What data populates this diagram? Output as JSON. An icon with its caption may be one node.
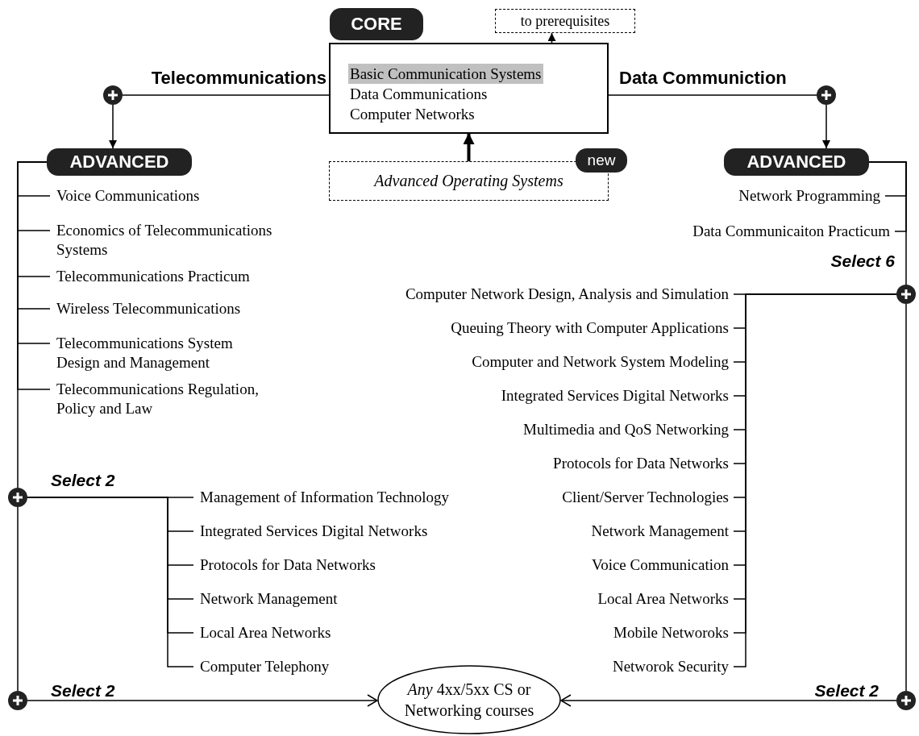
{
  "diagram": {
    "nodes": [
      {
        "text": [
          "CORE"
        ]
      },
      {
        "text": [
          "Basic Communication Systems",
          "Data Communications",
          "Computer Networks"
        ]
      },
      {
        "text": [
          "to prerequisites"
        ]
      },
      {
        "text": [
          "Advanced Operating Systems"
        ]
      },
      {
        "text": [
          "new"
        ]
      },
      {
        "text": [],
        "shape": "circle"
      },
      {
        "text": [],
        "shape": "circle"
      },
      {
        "text": [
          "ADVANCED"
        ]
      },
      {
        "text": [
          "ADVANCED"
        ]
      },
      {
        "text": [
          "Voice Communications"
        ]
      },
      {
        "text": [
          "Economics of Telecommunications Systems"
        ]
      },
      {
        "text": [
          "Telecommunications Practicum"
        ]
      },
      {
        "text": [
          "Wireless Telecommunications"
        ]
      },
      {
        "text": [
          "Telecommunications System Design and Management"
        ]
      },
      {
        "text": [
          "Telecommunications Regulation, Policy and Law"
        ]
      },
      {
        "text": [],
        "shape": "circle",
        "beside": [
          "Select 2"
        ]
      },
      {
        "text": [
          "Management of Information Technology"
        ]
      },
      {
        "text": [
          "Integrated Services Digital Networks"
        ]
      },
      {
        "text": [
          "Protocols for Data Networks"
        ]
      },
      {
        "text": [
          "Network Management"
        ]
      },
      {
        "text": [
          "Local Area Networks"
        ]
      },
      {
        "text": [
          "Computer Telephony"
        ]
      },
      {
        "text": [
          "Network Programming"
        ]
      },
      {
        "text": [
          "Data Communicaiton Practicum"
        ]
      },
      {
        "text": [],
        "shape": "circle",
        "beside": [
          "Select 6"
        ]
      },
      {
        "text": [
          "Computer Network Design, Analysis and Simulation"
        ]
      },
      {
        "text": [
          "Queuing Theory with Computer Applications"
        ]
      },
      {
        "text": [
          "Computer and Network System Modeling"
        ]
      },
      {
        "text": [
          "Integrated Services Digital Networks"
        ]
      },
      {
        "text": [
          "Multimedia and QoS Networking"
        ]
      },
      {
        "text": [
          "Protocols for Data Networks"
        ]
      },
      {
        "text": [
          "Client/Server Technologies"
        ]
      },
      {
        "text": [
          "Network Management"
        ]
      },
      {
        "text": [
          "Voice Communication"
        ]
      },
      {
        "text": [
          "Local Area Networks"
        ]
      },
      {
        "text": [
          "Mobile Networoks"
        ]
      },
      {
        "text": [
          "Networok Security"
        ]
      },
      {
        "text": [],
        "shape": "circle",
        "beside": [
          "Select 2"
        ]
      },
      {
        "text": [],
        "shape": "circle",
        "beside": [
          "Select 2"
        ]
      },
      {
        "text": [
          "*Any* 4xx/5xx CS or Networking courses"
        ]
      }
    ],
    "edges": [
      {
        "from": 1,
        "to": 2,
        "arrow": "to"
      },
      {
        "from": 3,
        "to": 1,
        "arrow": "to",
        "style": "thick"
      },
      {
        "from": 1,
        "to": 5,
        "arrow": "none",
        "label": "Telecommunications"
      },
      {
        "from": 5,
        "to": 7,
        "arrow": "to"
      },
      {
        "from": 1,
        "to": 6,
        "arrow": "none",
        "label": "Data Communiction"
      },
      {
        "from": 6,
        "to": 8,
        "arrow": "to"
      },
      {
        "from": 7,
        "to": 9,
        "arrow": "none"
      },
      {
        "from": 7,
        "to": 10,
        "arrow": "none"
      },
      {
        "from": 7,
        "to": 11,
        "arrow": "none"
      },
      {
        "from": 7,
        "to": 12,
        "arrow": "none"
      },
      {
        "from": 7,
        "to": 13,
        "arrow": "none"
      },
      {
        "from": 7,
        "to": 14,
        "arrow": "none"
      },
      {
        "from": 7,
        "to": 15,
        "arrow": "none"
      },
      {
        "from": 15,
        "to": 37,
        "arrow": "none"
      },
      {
        "from": 15,
        "to": 16,
        "arrow": "none"
      },
      {
        "from": 15,
        "to": 17,
        "arrow": "none"
      },
      {
        "from": 15,
        "to": 18,
        "arrow": "none"
      },
      {
        "from": 15,
        "to": 19,
        "arrow": "none"
      },
      {
        "from": 15,
        "to": 20,
        "arrow": "none"
      },
      {
        "from": 15,
        "to": 21,
        "arrow": "none"
      },
      {
        "from": 8,
        "to": 22,
        "arrow": "none"
      },
      {
        "from": 8,
        "to": 23,
        "arrow": "none"
      },
      {
        "from": 8,
        "to": 24,
        "arrow": "none"
      },
      {
        "from": 24,
        "to": 38,
        "arrow": "none"
      },
      {
        "from": 24,
        "to": 25,
        "arrow": "none"
      },
      {
        "from": 24,
        "to": 26,
        "arrow": "none"
      },
      {
        "from": 24,
        "to": 27,
        "arrow": "none"
      },
      {
        "from": 24,
        "to": 28,
        "arrow": "none"
      },
      {
        "from": 24,
        "to": 29,
        "arrow": "none"
      },
      {
        "from": 24,
        "to": 30,
        "arrow": "none"
      },
      {
        "from": 24,
        "to": 31,
        "arrow": "none"
      },
      {
        "from": 24,
        "to": 32,
        "arrow": "none"
      },
      {
        "from": 24,
        "to": 33,
        "arrow": "none"
      },
      {
        "from": 24,
        "to": 34,
        "arrow": "none"
      },
      {
        "from": 24,
        "to": 35,
        "arrow": "none"
      },
      {
        "from": 24,
        "to": 36,
        "arrow": "none"
      },
      {
        "from": 37,
        "to": 39,
        "arrow": "to"
      },
      {
        "from": 38,
        "to": 39,
        "arrow": "to"
      }
    ]
  }
}
